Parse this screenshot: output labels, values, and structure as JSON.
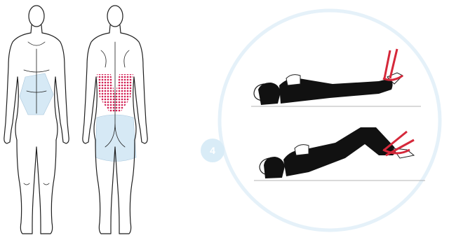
{
  "step": {
    "number": "4"
  },
  "colors": {
    "outline": "#1f1f1f",
    "highlight_pink": "#d21f54",
    "highlight_blue": "#d6e9f5",
    "ring": "#e5f1f9",
    "figure_fill": "#111111",
    "band_red": "#d5283a"
  },
  "figures": {
    "front_body": {
      "highlight": "abdomen",
      "highlight_style": "light-blue"
    },
    "back_body": {
      "highlight": [
        "lower-back",
        "glutes"
      ],
      "highlight_style": [
        "pink-dotted",
        "light-blue"
      ]
    }
  },
  "exercise_panels": [
    {
      "pose": "lying-flat",
      "equipment": "resistance-band"
    },
    {
      "pose": "hip-bridge",
      "equipment": "resistance-band"
    }
  ]
}
